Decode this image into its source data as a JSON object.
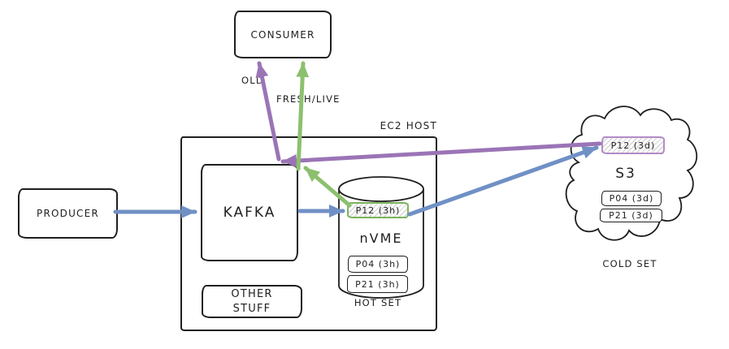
{
  "nodes": {
    "consumer": {
      "label": "CONSUMER"
    },
    "producer": {
      "label": "PRODUCER"
    },
    "ec2_host": {
      "label": "EC2 HOST"
    },
    "kafka": {
      "label": "KAFKA"
    },
    "other_stuff": {
      "line1": "OTHER",
      "line2": "STUFF"
    },
    "nvme": {
      "label": "nVME",
      "caption": "HOT SET",
      "segments": {
        "p12": "P12 (3h)",
        "p04": "P04 (3h)",
        "p21": "P21 (3h)"
      }
    },
    "s3": {
      "label": "S3",
      "caption": "COLD SET",
      "segments": {
        "p12": "P12 (3d)",
        "p04": "P04 (3d)",
        "p21": "P21 (3d)"
      }
    }
  },
  "edges": {
    "old": {
      "label": "OLD"
    },
    "fresh_live": {
      "label": "FRESH/LIVE"
    }
  },
  "colors": {
    "blue": "#7090c5",
    "purple": "#9b74b6",
    "green": "#8cc06e",
    "ink": "#1f1f1f"
  }
}
